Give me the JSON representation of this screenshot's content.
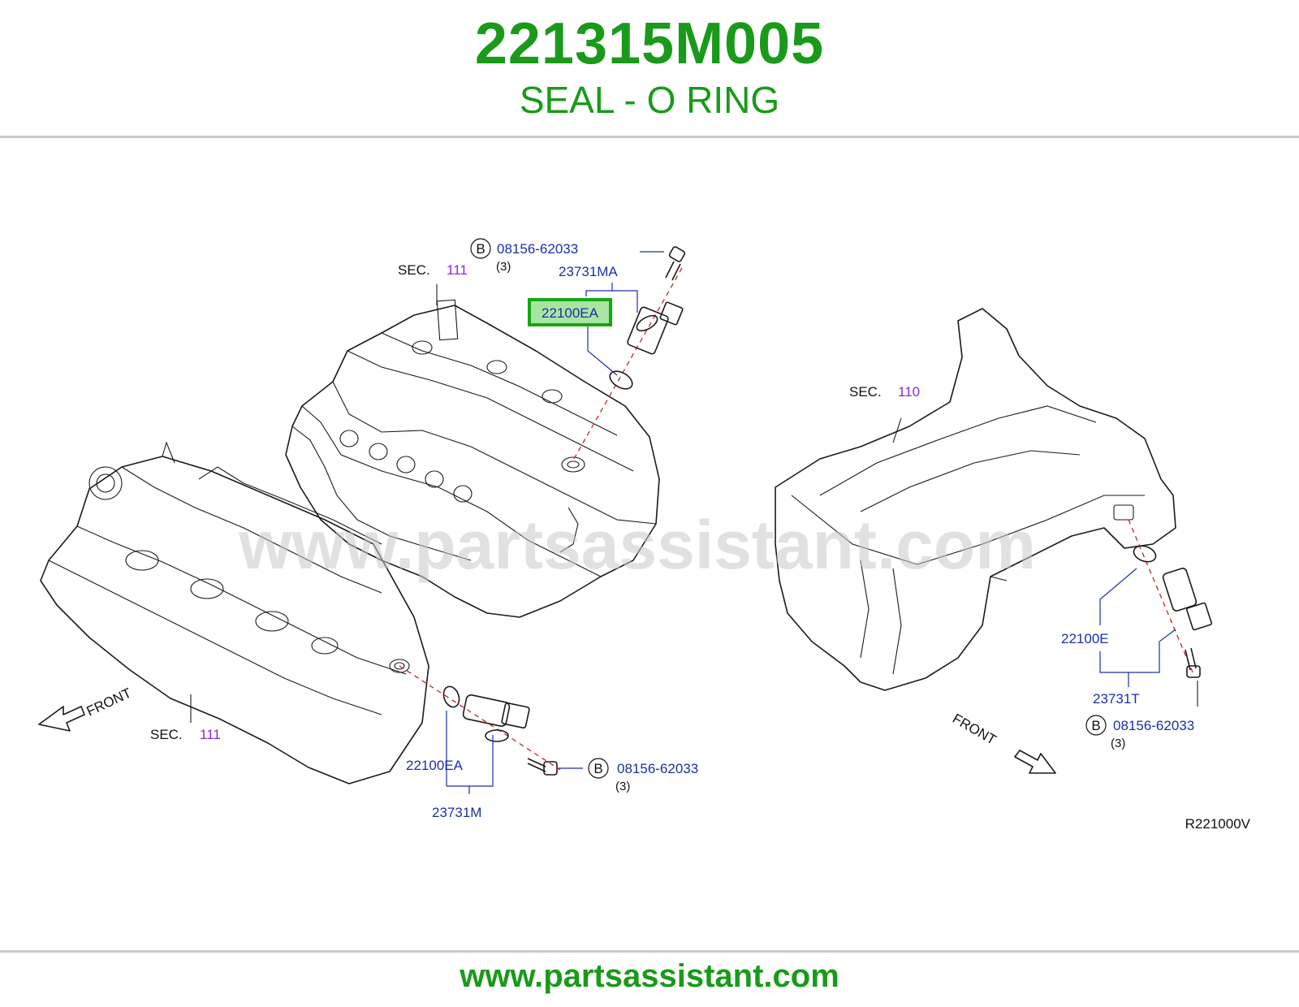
{
  "header": {
    "part_number": "221315M005",
    "part_name": "SEAL - O RING"
  },
  "diagram": {
    "watermark": "www.partsassistant.com",
    "drawing_code": "R221000V",
    "front_label": "FRONT",
    "sec_prefix": "SEC.",
    "sections": [
      {
        "number": "111"
      },
      {
        "number": "111"
      },
      {
        "number": "110"
      }
    ],
    "callouts": {
      "bolt_top": {
        "marker": "B",
        "part": "08156-62033",
        "qty": "(3)"
      },
      "sensor_top": "23731MA",
      "seal_top_highlighted": "22100EA",
      "seal_left": "22100EA",
      "sensor_left": "23731M",
      "bolt_left": {
        "marker": "B",
        "part": "08156-62033",
        "qty": "(3)"
      },
      "seal_right": "22100E",
      "sensor_right": "23731T",
      "bolt_right": {
        "marker": "B",
        "part": "08156-62033",
        "qty": "(3)"
      }
    },
    "colors": {
      "highlight": "#11a811",
      "callout_text": "#1a2fa8",
      "section_number": "#8a2ad0",
      "title": "#1a9a1a"
    }
  },
  "footer": {
    "url": "www.partsassistant.com"
  }
}
